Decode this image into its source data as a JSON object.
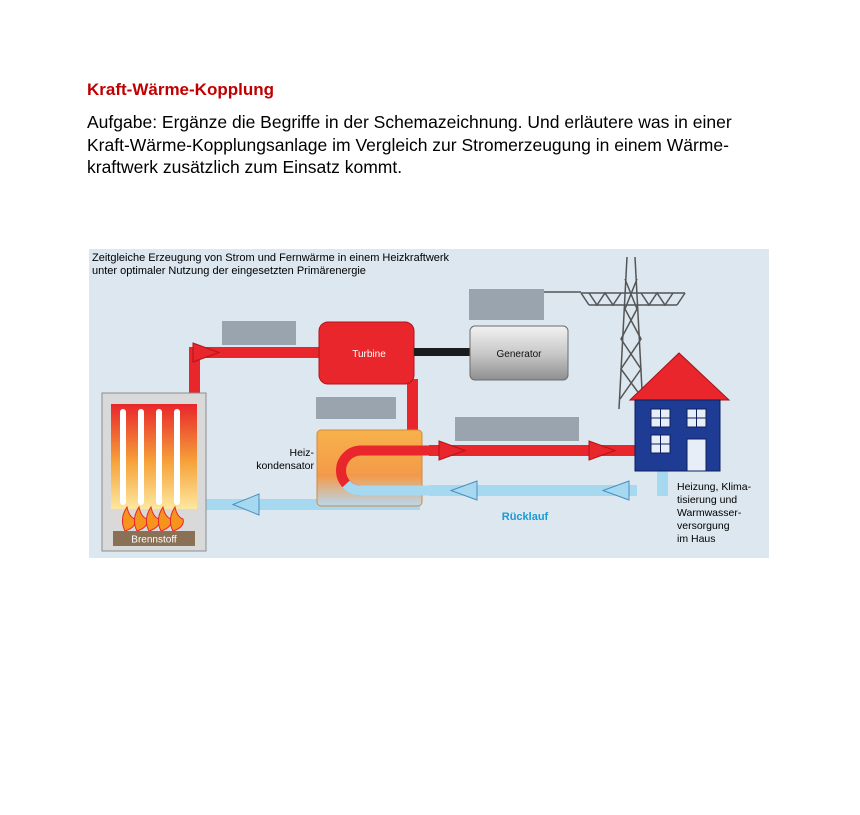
{
  "heading": "Kraft-Wärme-Kopplung",
  "task_lines": [
    "Aufgabe: Ergänze die Begriffe in der Schemazeichnung. Und erläutere was in einer",
    "Kraft-Wärme-Kopplungsanlage im Vergleich zur Stromerzeugung in einem Wärme-",
    "kraftwerk zusätzlich zum Einsatz kommt."
  ],
  "diagram": {
    "caption_lines": [
      "Zeitgleiche Erzeugung von Strom und Fernwärme in einem Heizkraftwerk",
      "unter optimaler Nutzung der eingesetzten Primärenergie"
    ],
    "turbine": "Turbine",
    "generator": "Generator",
    "condenser_lines": [
      "Heiz-",
      "kondensator"
    ],
    "fuel": "Brennstoff",
    "return": "Rücklauf",
    "house_lines": [
      "Heizung, Klima-",
      "tisierung und",
      "Warmwasser-",
      "versorgung",
      "im Haus"
    ],
    "colors": {
      "hot": "#e8262b",
      "cold": "#a6d8f0",
      "return_text": "#1a9ad6",
      "blank": "#9aa4ae",
      "house": "#1e3c93",
      "roof": "#e8262b",
      "background": "#dce7ef"
    }
  }
}
